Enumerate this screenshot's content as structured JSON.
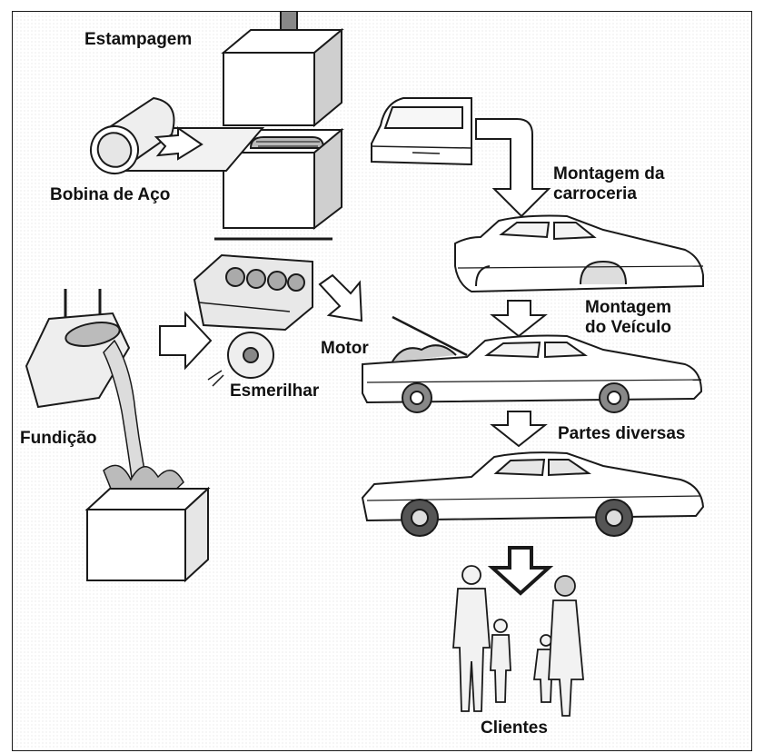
{
  "diagram": {
    "labels": {
      "estampagem": "Estampagem",
      "bobina": "Bobina de Aço",
      "montagem_carroceria_l1": "Montagem da",
      "montagem_carroceria_l2": "carroceria",
      "montagem_veiculo_l1": "Montagem",
      "montagem_veiculo_l2": "do Veículo",
      "motor": "Motor",
      "esmerilhar": "Esmerilhar",
      "fundicao": "Fundição",
      "partes": "Partes diversas",
      "clientes": "Clientes"
    },
    "colors": {
      "ink": "#1a1a1a",
      "paper": "#ffffff",
      "shade": "#d9d9d9",
      "dark": "#555555"
    }
  }
}
